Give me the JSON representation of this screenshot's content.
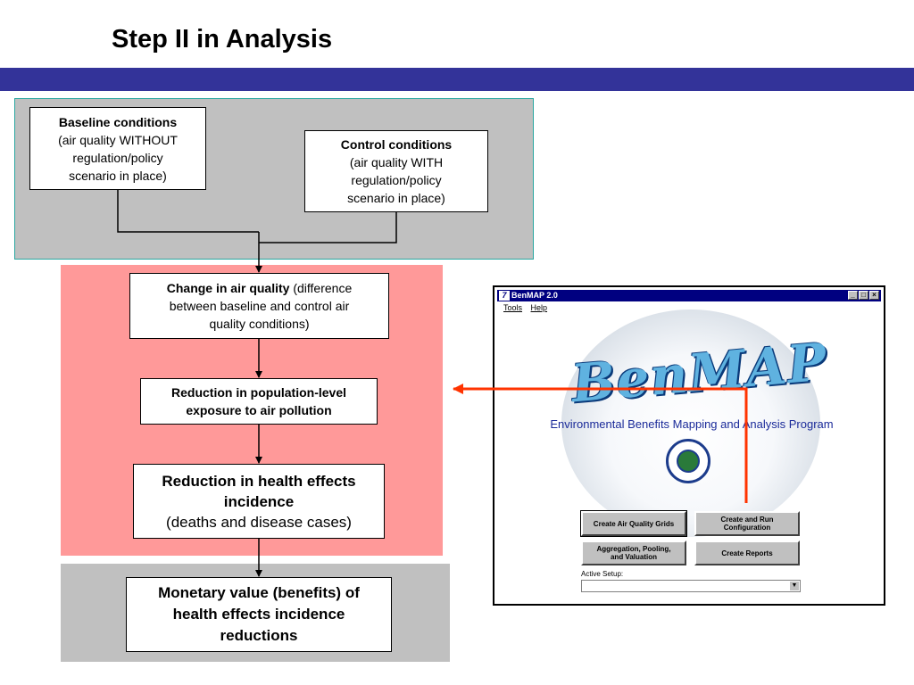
{
  "slide": {
    "title": "Step II in Analysis"
  },
  "flow": {
    "baseline": {
      "heading": "Baseline conditions",
      "line1": "(air quality WITHOUT",
      "line2": "regulation/policy",
      "line3": "scenario in place)"
    },
    "control": {
      "heading": "Control conditions",
      "line1": "(air quality WITH",
      "line2": "regulation/policy",
      "line3": "scenario in place)"
    },
    "change": {
      "bold": "Change in air quality",
      "rest1": "(difference",
      "line2": "between baseline and control air",
      "line3": "quality conditions)"
    },
    "exposure": {
      "line1": "Reduction in population-level",
      "line2": "exposure to air pollution"
    },
    "health": {
      "line1": "Reduction in health effects",
      "line2": "incidence",
      "line3": "(deaths and disease cases)"
    },
    "monetary": {
      "line1": "Monetary value (benefits) of",
      "line2": "health effects incidence",
      "line3": "reductions"
    }
  },
  "benmap": {
    "window_title": "BenMAP 2.0",
    "menu": [
      "Tools",
      "Help"
    ],
    "logo": "BenMAP",
    "subtitle": "Environmental Benefits Mapping and Analysis Program",
    "buttons": {
      "air_quality_grids": "Create Air Quality Grids",
      "run_config_1": "Create and Run",
      "run_config_2": "Configuration",
      "aggregation_1": "Aggregation, Pooling,",
      "aggregation_2": "and Valuation",
      "reports": "Create Reports"
    },
    "active_setup_label": "Active Setup:",
    "active_setup_value": ""
  },
  "colors": {
    "title_bar": "#333399",
    "top_panel": "#c0c0c0",
    "mid_panel": "#ff9999",
    "bottom_panel": "#c0c0c0",
    "pointer_arrow": "#ff3300"
  }
}
